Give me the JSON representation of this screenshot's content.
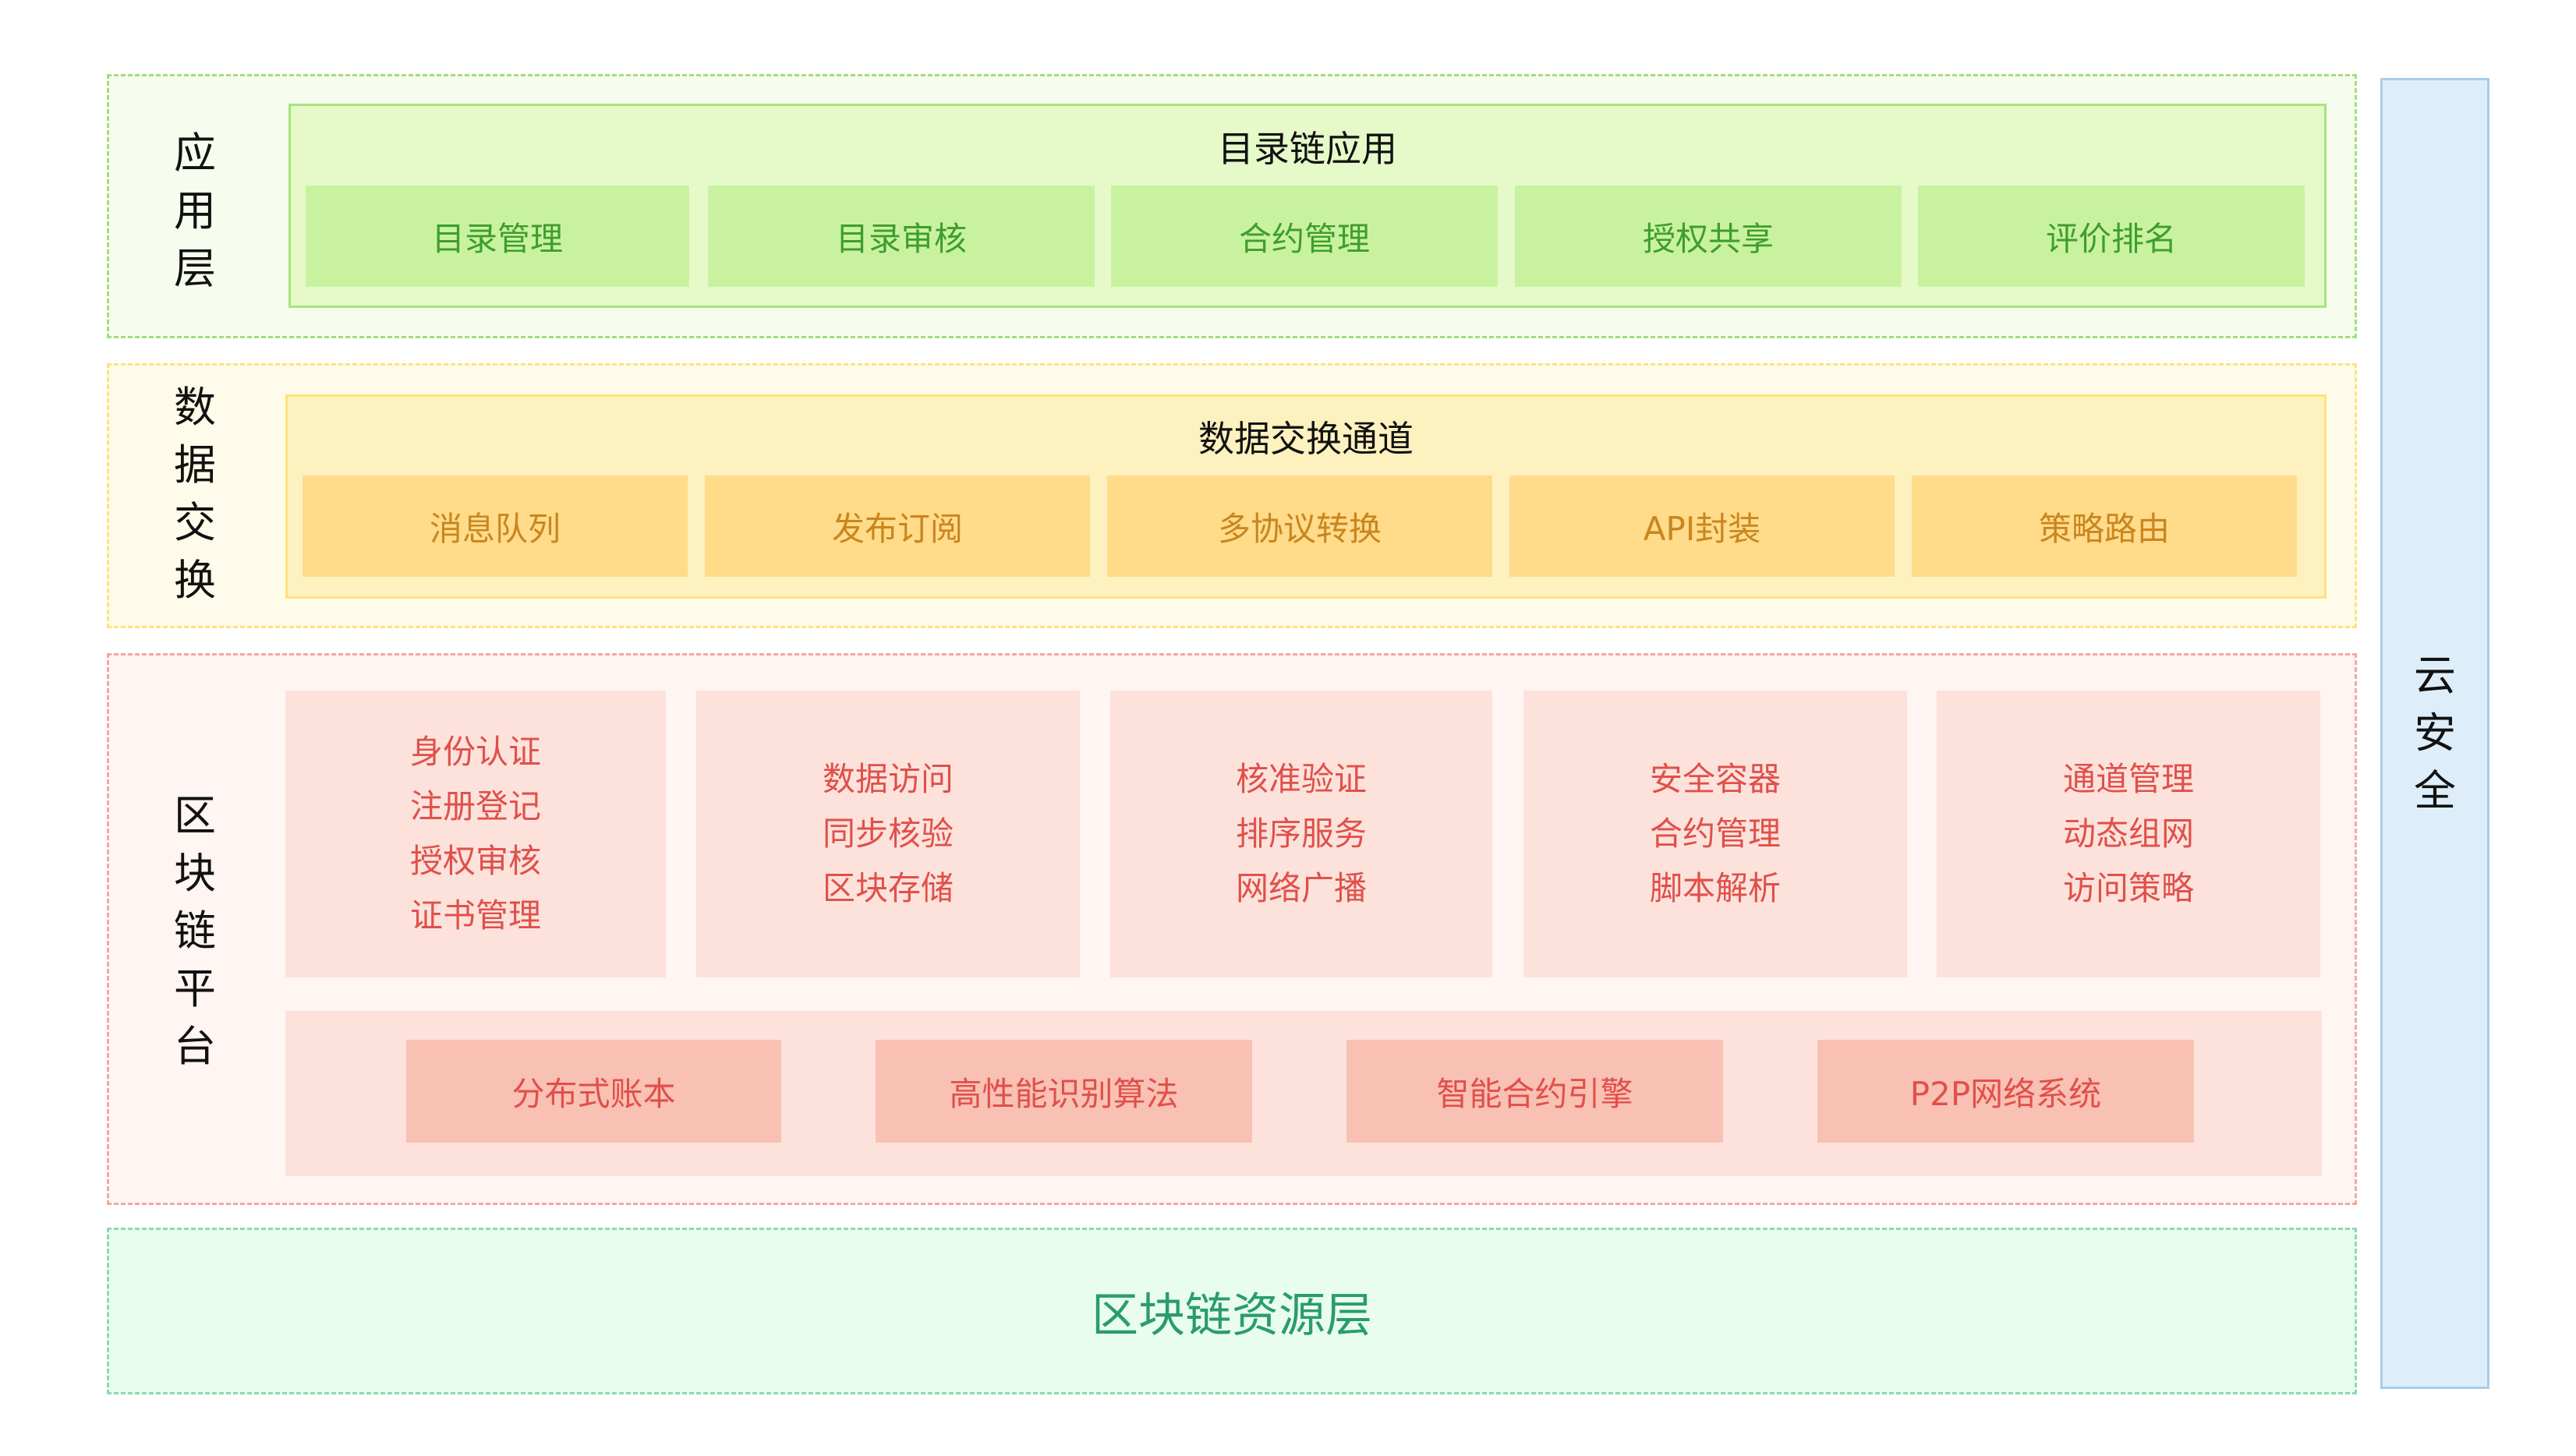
{
  "application_layer": {
    "side_label": [
      "应",
      "用",
      "层"
    ],
    "title": "目录链应用",
    "modules": [
      "目录管理",
      "目录审核",
      "合约管理",
      "授权共享",
      "评价排名"
    ]
  },
  "data_exchange_layer": {
    "side_label": [
      "数",
      "据",
      "交",
      "换"
    ],
    "title": "数据交换通道",
    "modules": [
      "消息队列",
      "发布订阅",
      "多协议转换",
      "API封装",
      "策略路由"
    ]
  },
  "blockchain_platform": {
    "side_label": [
      "区",
      "块",
      "链",
      "平",
      "台"
    ],
    "groups": [
      [
        "身份认证",
        "注册登记",
        "授权审核",
        "证书管理"
      ],
      [
        "数据访问",
        "同步核验",
        "区块存储"
      ],
      [
        "核准验证",
        "排序服务",
        "网络广播"
      ],
      [
        "安全容器",
        "合约管理",
        "脚本解析"
      ],
      [
        "通道管理",
        "动态组网",
        "访问策略"
      ]
    ],
    "core_modules": [
      "分布式账本",
      "高性能识别算法",
      "智能合约引擎",
      "P2P网络系统"
    ]
  },
  "resource_layer": {
    "label": "区块链资源层"
  },
  "cloud_security": {
    "label": [
      "云",
      "安",
      "全"
    ]
  },
  "colors": {
    "app_green": "#c9f2a0",
    "exchange_yellow": "#ffdb8a",
    "platform_pink": "#fde2dc",
    "resource_mint": "#e8fdf0",
    "cloud_blue": "#ddeefa"
  }
}
